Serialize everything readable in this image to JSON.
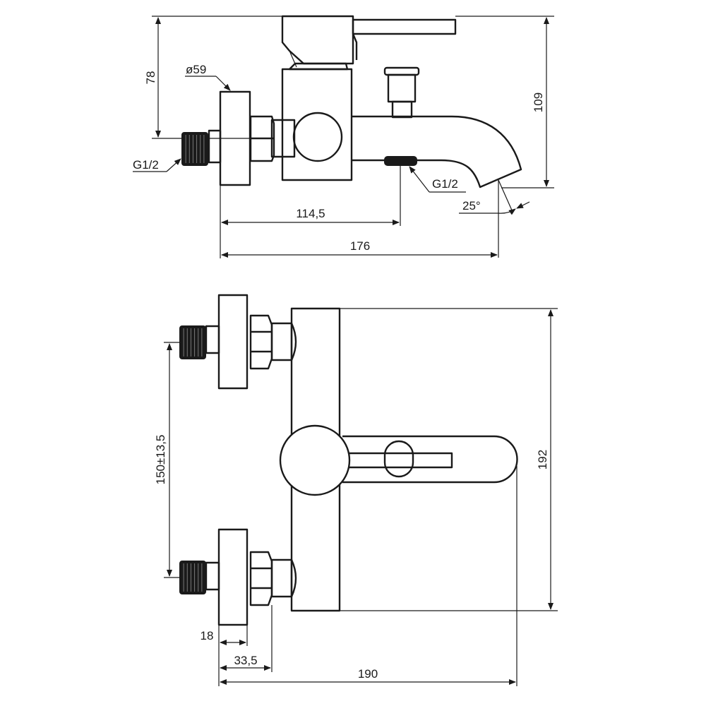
{
  "drawing": {
    "top_view": {
      "dim_height_left": "78",
      "dim_diameter": "ø59",
      "dim_thread_inlet": "G1/2",
      "dim_thread_outlet": "G1/2",
      "dim_length_outlet": "114,5",
      "dim_length_spout": "176",
      "dim_angle": "25°",
      "dim_height_right": "109"
    },
    "front_view": {
      "dim_centers": "150±13,5",
      "dim_height": "192",
      "dim_18": "18",
      "dim_33_5": "33,5",
      "dim_width": "190"
    }
  }
}
